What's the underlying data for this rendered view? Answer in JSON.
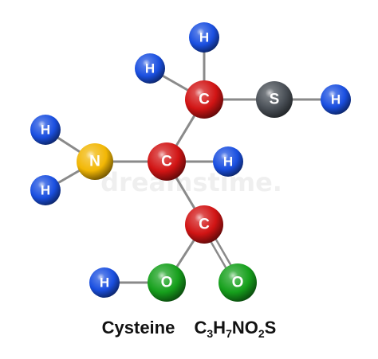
{
  "colors": {
    "carbon": "#d11414",
    "hydrogen": "#1a4fe0",
    "nitrogen": "#f2b705",
    "oxygen": "#16a01c",
    "sulfur": "#4a5057",
    "bond": "#8a8a8a"
  },
  "atoms": [
    {
      "id": "h-top",
      "element": "hydrogen",
      "label": "H"
    },
    {
      "id": "h-left-top",
      "element": "hydrogen",
      "label": "H"
    },
    {
      "id": "c-top",
      "element": "carbon",
      "label": "C"
    },
    {
      "id": "s",
      "element": "sulfur",
      "label": "S"
    },
    {
      "id": "h-sulfur",
      "element": "hydrogen",
      "label": "H"
    },
    {
      "id": "h-n-top",
      "element": "hydrogen",
      "label": "H"
    },
    {
      "id": "n",
      "element": "nitrogen",
      "label": "N"
    },
    {
      "id": "h-n-bottom",
      "element": "hydrogen",
      "label": "H"
    },
    {
      "id": "c-center",
      "element": "carbon",
      "label": "C"
    },
    {
      "id": "h-center",
      "element": "hydrogen",
      "label": "H"
    },
    {
      "id": "c-bottom",
      "element": "carbon",
      "label": "C"
    },
    {
      "id": "h-oh",
      "element": "hydrogen",
      "label": "H"
    },
    {
      "id": "o-oh",
      "element": "oxygen",
      "label": "O"
    },
    {
      "id": "o-double",
      "element": "oxygen",
      "label": "O"
    }
  ],
  "bonds": [
    {
      "from": "c-top",
      "to": "h-top",
      "order": 1
    },
    {
      "from": "c-top",
      "to": "h-left-top",
      "order": 1
    },
    {
      "from": "c-top",
      "to": "s",
      "order": 1
    },
    {
      "from": "s",
      "to": "h-sulfur",
      "order": 1
    },
    {
      "from": "c-top",
      "to": "c-center",
      "order": 1
    },
    {
      "from": "n",
      "to": "h-n-top",
      "order": 1
    },
    {
      "from": "n",
      "to": "h-n-bottom",
      "order": 1
    },
    {
      "from": "n",
      "to": "c-center",
      "order": 1
    },
    {
      "from": "c-center",
      "to": "h-center",
      "order": 1
    },
    {
      "from": "c-center",
      "to": "c-bottom",
      "order": 1
    },
    {
      "from": "c-bottom",
      "to": "o-oh",
      "order": 1
    },
    {
      "from": "o-oh",
      "to": "h-oh",
      "order": 1
    },
    {
      "from": "c-bottom",
      "to": "o-double",
      "order": 2
    }
  ],
  "caption": {
    "name": "Cysteine",
    "formula": [
      {
        "text": "C"
      },
      {
        "sub": "3"
      },
      {
        "text": "H"
      },
      {
        "sub": "7"
      },
      {
        "text": "N"
      },
      {
        "text": "O"
      },
      {
        "sub": "2"
      },
      {
        "text": "S"
      }
    ]
  },
  "watermark": "dreamstime."
}
